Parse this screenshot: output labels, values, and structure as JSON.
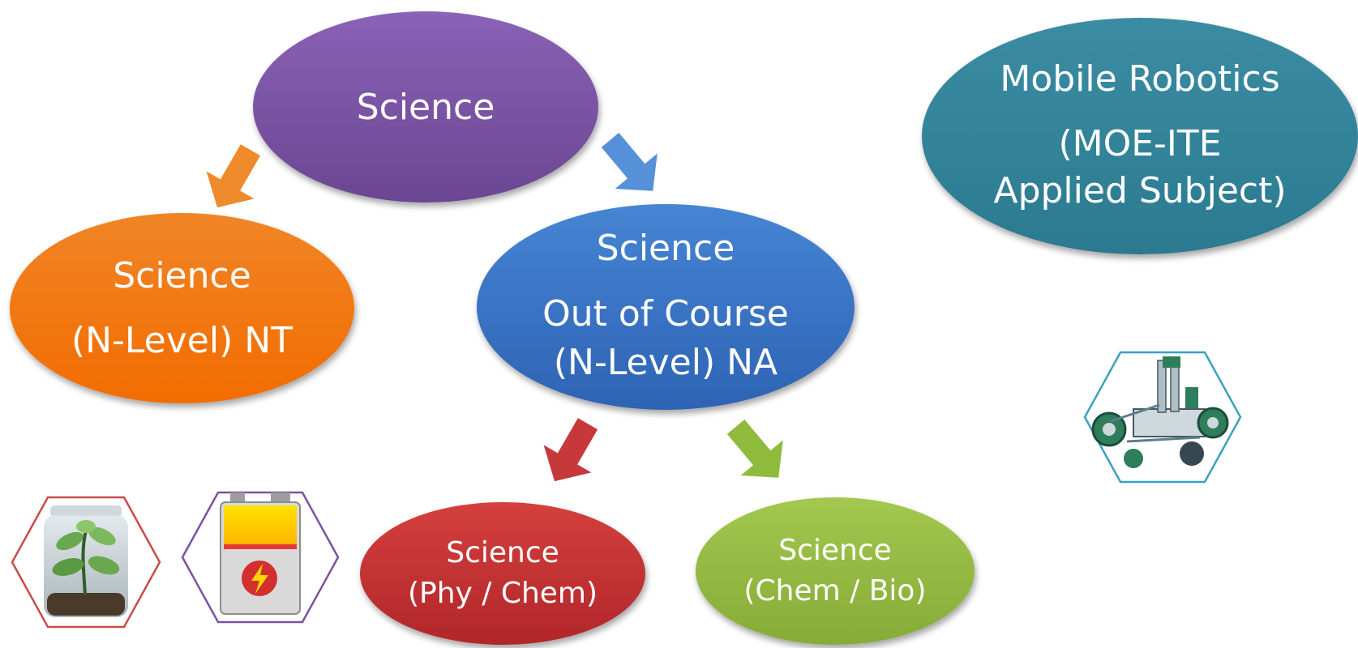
{
  "nodes": {
    "science": {
      "line1": "Science"
    },
    "nt": {
      "line1": "Science",
      "line2": "(N-Level) NT"
    },
    "na": {
      "line1": "Science",
      "line2": "Out of Course",
      "line3": "(N-Level) NA"
    },
    "robotics": {
      "line1": "Mobile Robotics",
      "line2": "(MOE-ITE",
      "line3": "Applied Subject)"
    },
    "phy_chem": {
      "line1": "Science",
      "line2": "(Phy / Chem)"
    },
    "chem_bio": {
      "line1": "Science",
      "line2": "(Chem / Bio)"
    }
  },
  "colors": {
    "science": "#7a52a3",
    "nt": "#f27a10",
    "na": "#3b74c4",
    "robotics": "#31829a",
    "phy_chem": "#c03234",
    "chem_bio": "#94ba42",
    "arrow_orange": "#ef8a2c",
    "arrow_blue": "#5690d8",
    "arrow_red": "#c7383a",
    "arrow_green": "#8fbb3c"
  },
  "icons": {
    "terrarium": "plant-in-jar-icon",
    "battery": "battery-icon",
    "robot": "robot-icon"
  }
}
